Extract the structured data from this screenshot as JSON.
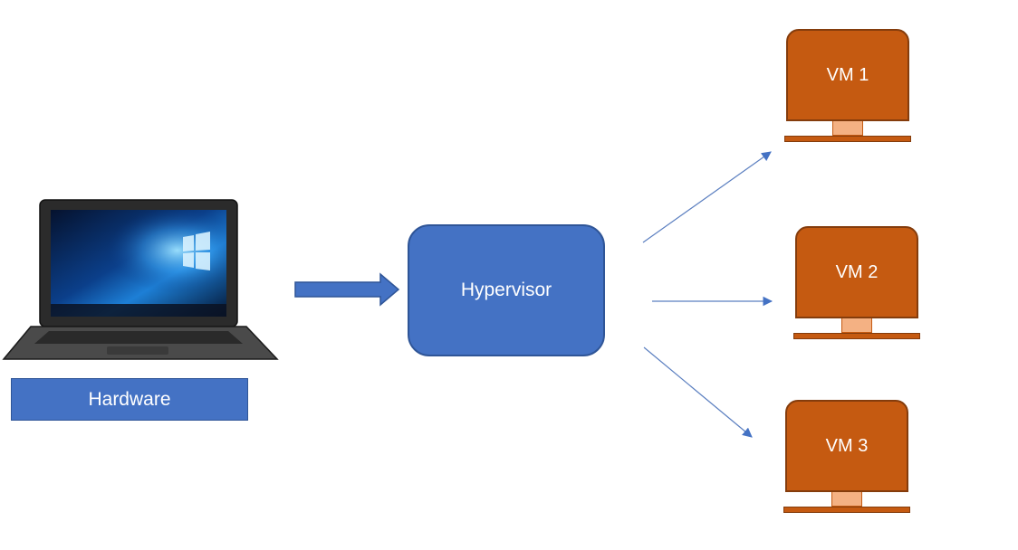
{
  "hardware": {
    "label": "Hardware",
    "icon": "laptop-icon"
  },
  "hypervisor": {
    "label": "Hypervisor"
  },
  "vms": [
    {
      "label": "VM 1"
    },
    {
      "label": "VM 2"
    },
    {
      "label": "VM 3"
    }
  ],
  "colors": {
    "blue": "#4472c4",
    "blue_border": "#2f5597",
    "vm_orange": "#c55a11",
    "vm_neck": "#f4b183",
    "connector": "#5b7fc0"
  }
}
